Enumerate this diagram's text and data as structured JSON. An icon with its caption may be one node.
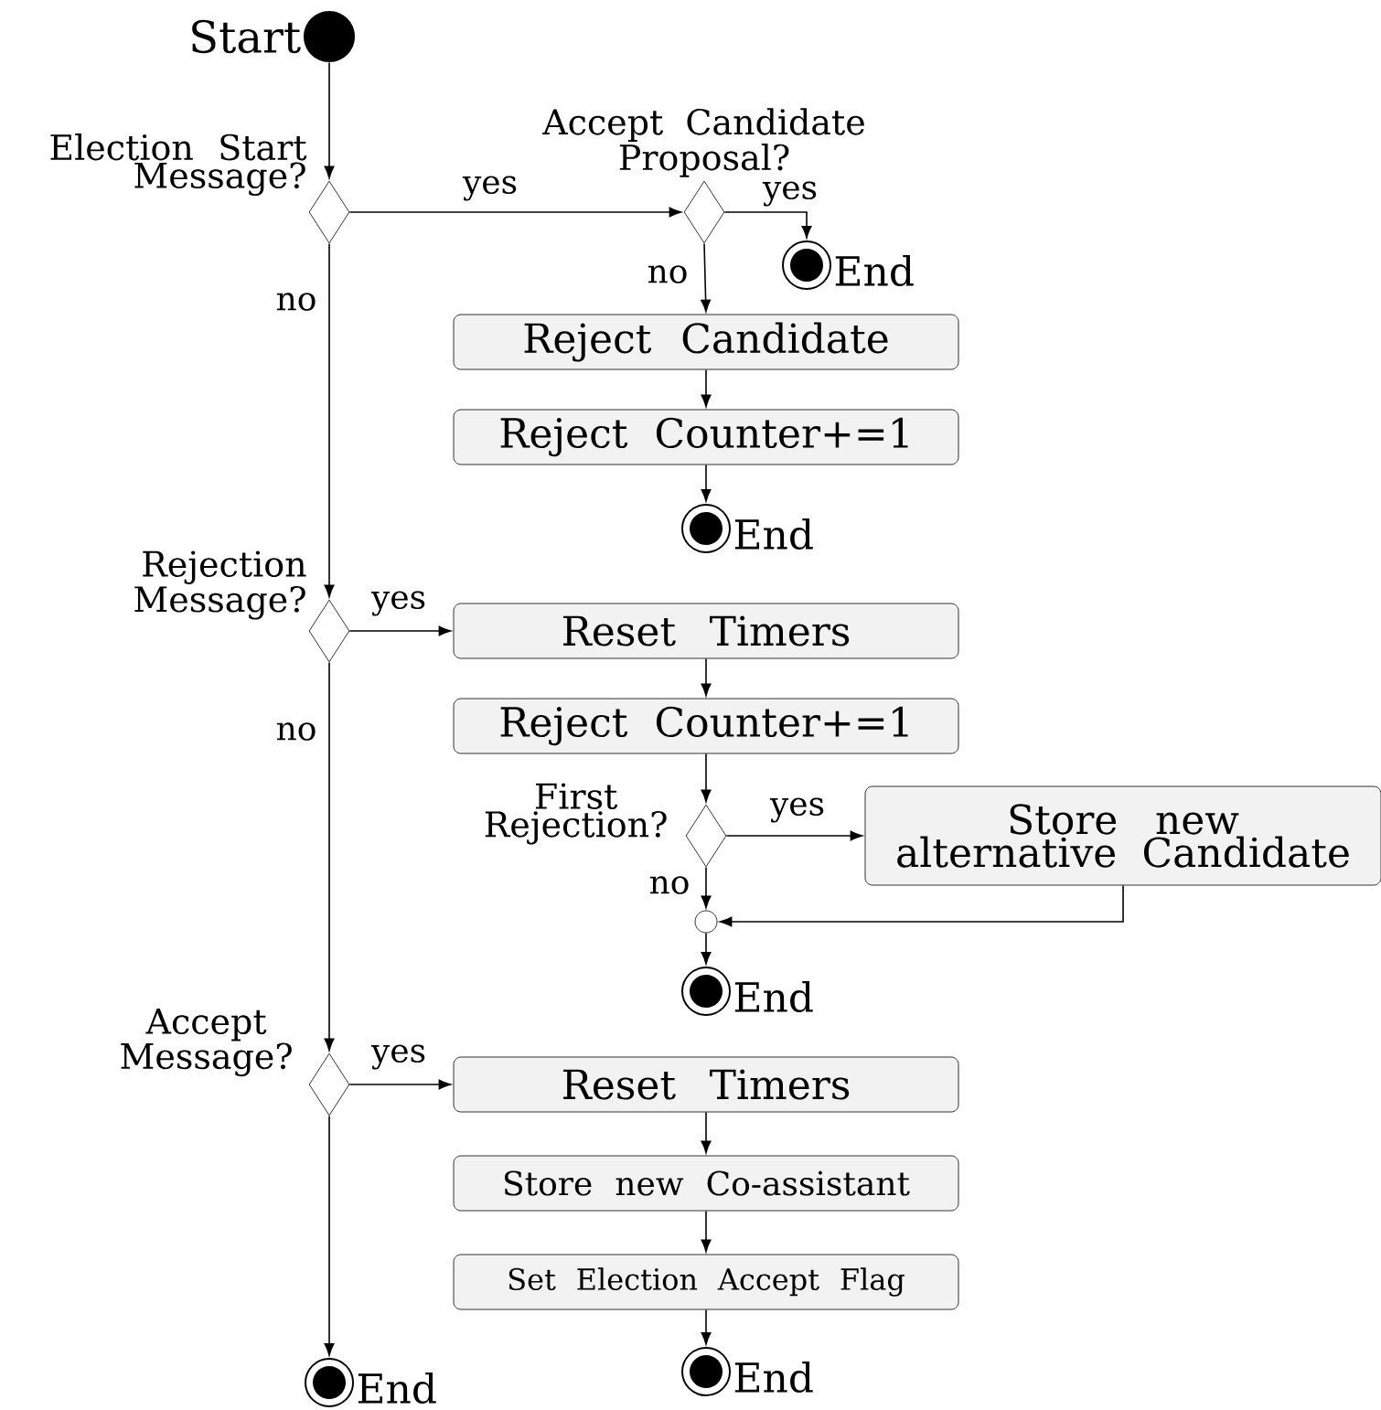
{
  "diagram": {
    "nodes": [
      {
        "text": [],
        "shape": "circle",
        "beside": [
          "Start"
        ]
      },
      {
        "text": [
          "Election Start Message?"
        ]
      },
      {
        "text": [
          "Accept Candidate Proposal?"
        ]
      },
      {
        "text": [],
        "shape": "circle",
        "beside": [
          "End"
        ]
      },
      {
        "text": [
          "Reject Candidate"
        ]
      },
      {
        "text": [
          "Reject Counter+=1"
        ]
      },
      {
        "text": [],
        "shape": "circle",
        "beside": [
          "End"
        ]
      },
      {
        "text": [
          "Rejection Message?"
        ]
      },
      {
        "text": [
          "Reset Timers"
        ]
      },
      {
        "text": [
          "Reject Counter+=1"
        ]
      },
      {
        "text": [
          "First Rejection?"
        ]
      },
      {
        "text": [
          "Store new alternative Candidate"
        ]
      },
      {
        "text": [],
        "shape": "circle"
      },
      {
        "text": [],
        "shape": "circle",
        "beside": [
          "End"
        ]
      },
      {
        "text": [
          "Accept Message?"
        ]
      },
      {
        "text": [
          "Reset Timers"
        ]
      },
      {
        "text": [
          "Store new Co-assistant"
        ]
      },
      {
        "text": [
          "Set Election Accept Flag"
        ]
      },
      {
        "text": [],
        "shape": "circle",
        "beside": [
          "End"
        ]
      },
      {
        "text": [],
        "shape": "circle",
        "beside": [
          "End"
        ]
      }
    ],
    "edges": [
      {
        "from": 0,
        "to": 1,
        "arrow": "to"
      },
      {
        "from": 1,
        "to": 2,
        "arrow": "to",
        "label": "yes"
      },
      {
        "from": 2,
        "to": 3,
        "arrow": "to",
        "label": "yes"
      },
      {
        "from": 2,
        "to": 4,
        "arrow": "to",
        "label": "no"
      },
      {
        "from": 4,
        "to": 5,
        "arrow": "to"
      },
      {
        "from": 5,
        "to": 6,
        "arrow": "to"
      },
      {
        "from": 1,
        "to": 7,
        "arrow": "to",
        "label": "no"
      },
      {
        "from": 7,
        "to": 8,
        "arrow": "to",
        "label": "yes"
      },
      {
        "from": 8,
        "to": 9,
        "arrow": "to"
      },
      {
        "from": 9,
        "to": 10,
        "arrow": "to"
      },
      {
        "from": 10,
        "to": 11,
        "arrow": "to",
        "label": "yes"
      },
      {
        "from": 10,
        "to": 12,
        "arrow": "to",
        "label": "no"
      },
      {
        "from": 11,
        "to": 12,
        "arrow": "to"
      },
      {
        "from": 12,
        "to": 13,
        "arrow": "to"
      },
      {
        "from": 7,
        "to": 14,
        "arrow": "to",
        "label": "no"
      },
      {
        "from": 14,
        "to": 15,
        "arrow": "to",
        "label": "yes"
      },
      {
        "from": 15,
        "to": 16,
        "arrow": "to"
      },
      {
        "from": 16,
        "to": 17,
        "arrow": "to"
      },
      {
        "from": 17,
        "to": 18,
        "arrow": "to"
      },
      {
        "from": 14,
        "to": 19,
        "arrow": "to"
      }
    ]
  }
}
